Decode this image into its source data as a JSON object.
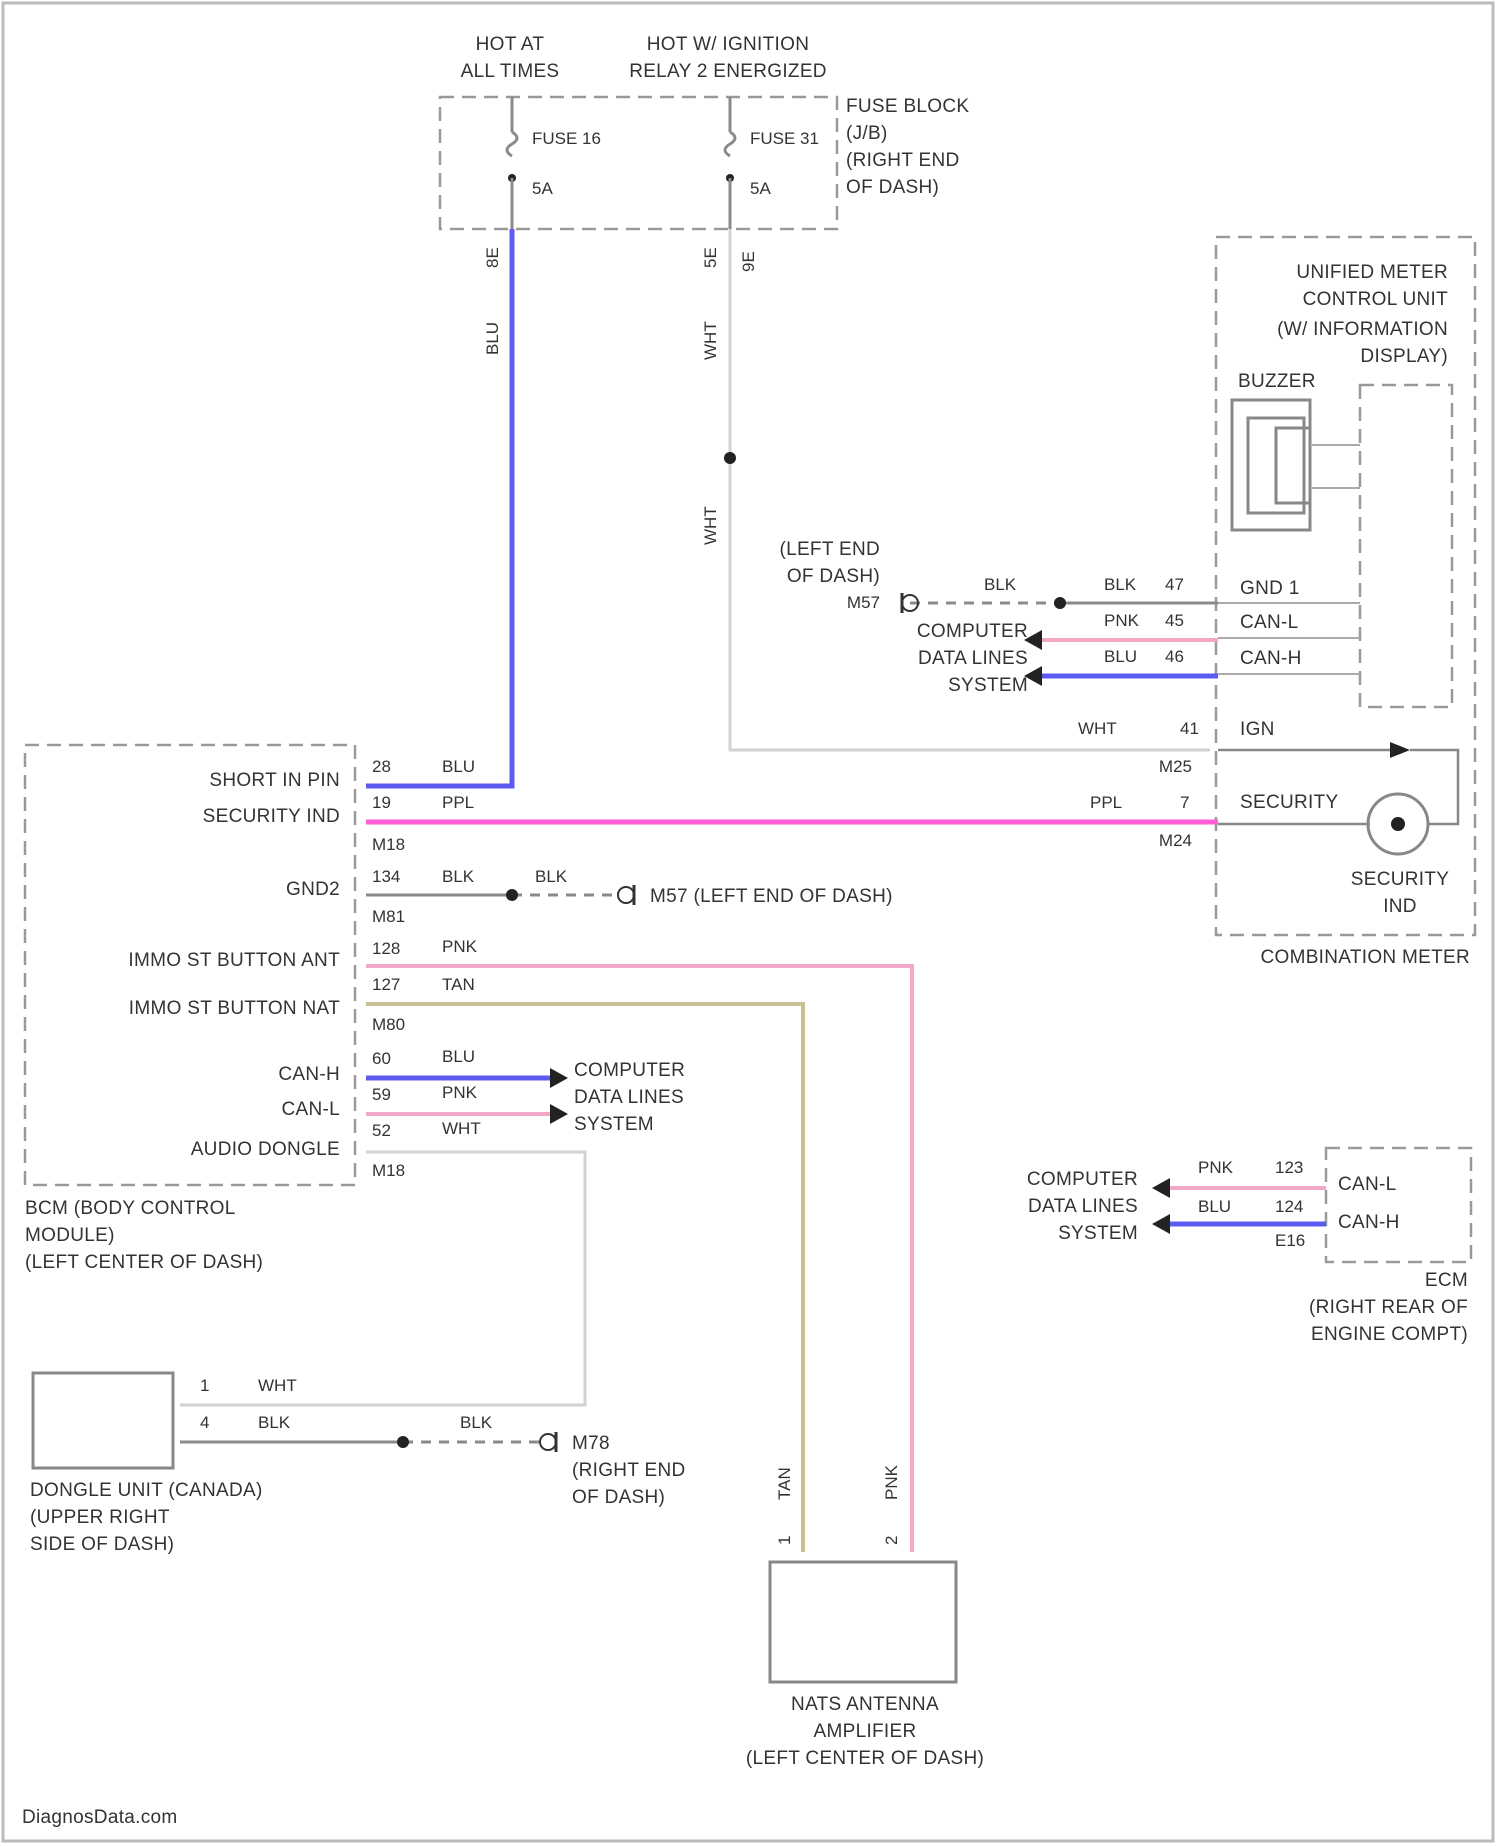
{
  "fuse_block": {
    "hot_at_all_times": [
      "HOT AT",
      "ALL TIMES"
    ],
    "hot_in_ignition": [
      "HOT W/ IGNITION",
      "RELAY 2 ENERGIZED"
    ],
    "fuse_a": {
      "name": "FUSE 16",
      "rating": "5A",
      "pin": "8E",
      "wire": "BLU"
    },
    "fuse_b": {
      "name": "FUSE 31",
      "rating": "5A",
      "pin": "5E",
      "pin2": "9E",
      "wire": "WHT"
    },
    "label": [
      "FUSE BLOCK",
      "(J/B)",
      "(RIGHT END",
      "OF DASH)"
    ]
  },
  "meter": {
    "title": [
      "UNIFIED METER",
      "CONTROL UNIT",
      "(W/ INFORMATION",
      "DISPLAY)"
    ],
    "buzzer": "BUZZER",
    "pins": [
      {
        "wire": "BLK",
        "num": "47",
        "name": "GND 1"
      },
      {
        "wire": "PNK",
        "num": "45",
        "name": "CAN-L"
      },
      {
        "wire": "BLU",
        "num": "46",
        "name": "CAN-H"
      },
      {
        "wire": "WHT",
        "num": "41",
        "name": "IGN"
      },
      {
        "wire": "PPL",
        "num": "7",
        "name": "SECURITY"
      }
    ],
    "conn_top": "M25",
    "conn_bottom": "M24",
    "security_ind": [
      "SECURITY",
      "IND"
    ],
    "footer": "COMBINATION METER"
  },
  "ground_m57": {
    "label": [
      "(LEFT END",
      "OF DASH)"
    ],
    "id": "M57",
    "wire": "BLK"
  },
  "computer_data_lines": [
    "COMPUTER",
    "DATA LINES",
    "SYSTEM"
  ],
  "wht_wire": "WHT",
  "bcm": {
    "pins": [
      {
        "name": "SHORT IN PIN",
        "num": "28",
        "wire": "BLU"
      },
      {
        "name": "SECURITY IND",
        "num": "19",
        "wire": "PPL"
      },
      {
        "name": "GND2",
        "num": "134",
        "wire": "BLK"
      },
      {
        "name": "IMMO ST BUTTON ANT",
        "num": "128",
        "wire": "PNK"
      },
      {
        "name": "IMMO ST BUTTON NAT",
        "num": "127",
        "wire": "TAN"
      },
      {
        "name": "CAN-H",
        "num": "60",
        "wire": "BLU"
      },
      {
        "name": "CAN-L",
        "num": "59",
        "wire": "PNK"
      },
      {
        "name": "AUDIO DONGLE",
        "num": "52",
        "wire": "WHT"
      }
    ],
    "connectors": [
      "M18",
      "M81",
      "M80",
      "M18"
    ],
    "ground_wire": "BLK",
    "ground_label": "M57 (LEFT END OF DASH)",
    "label": [
      "BCM (BODY CONTROL",
      "MODULE)",
      "(LEFT CENTER OF DASH)"
    ]
  },
  "ecm": {
    "pins": [
      {
        "wire": "PNK",
        "num": "123",
        "name": "CAN-L"
      },
      {
        "wire": "BLU",
        "num": "124",
        "name": "CAN-H"
      }
    ],
    "conn": "E16",
    "label": [
      "ECM",
      "(RIGHT REAR OF",
      "ENGINE COMPT)"
    ]
  },
  "dongle": {
    "pins": [
      {
        "num": "1",
        "wire": "WHT"
      },
      {
        "num": "4",
        "wire": "BLK"
      }
    ],
    "ground_wire": "BLK",
    "ground": {
      "id": "M78",
      "label": [
        "(RIGHT END",
        "OF DASH)"
      ]
    },
    "label": [
      "DONGLE UNIT (CANADA)",
      "(UPPER RIGHT",
      "SIDE OF DASH)"
    ]
  },
  "antenna": {
    "pins": [
      {
        "num": "1",
        "wire": "TAN"
      },
      {
        "num": "2",
        "wire": "PNK"
      }
    ],
    "label": [
      "NATS ANTENNA",
      "AMPLIFIER",
      "(LEFT CENTER OF DASH)"
    ]
  },
  "watermark": "DiagnosData.com",
  "colors": {
    "BLU": "#5b5bf0",
    "PNK": "#f4a8c8",
    "PPL": "#ff5fd6",
    "TAN": "#cbbf95",
    "WHT": "#d2d2d2",
    "BLK": "#8a8a8a"
  }
}
